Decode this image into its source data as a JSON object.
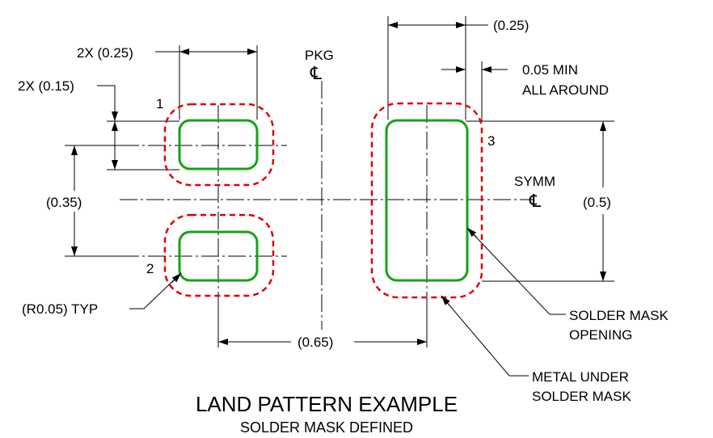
{
  "labels": {
    "pad_width": "2X (0.25)",
    "pad_height": "2X (0.15)",
    "pad_pitch": "(0.35)",
    "pad_spacing": "(0.65)",
    "corner_radius": "(R0.05) TYP",
    "big_pad_width": "(0.25)",
    "mask_clearance_1": "0.05 MIN",
    "mask_clearance_2": "ALL AROUND",
    "big_pad_height": "(0.5)",
    "pkg": "PKG",
    "symm": "SYMM",
    "centerline_symbol": "℄",
    "pin_1": "1",
    "pin_2": "2",
    "pin_3": "3",
    "solder_mask_opening_1": "SOLDER MASK",
    "solder_mask_opening_2": "OPENING",
    "metal_under_1": "METAL UNDER",
    "metal_under_2": "SOLDER MASK"
  },
  "title": "LAND PATTERN EXAMPLE",
  "subtitle": "SOLDER MASK DEFINED",
  "colors": {
    "pad": "#17a117",
    "mask": "#e00000",
    "line": "#000000"
  }
}
